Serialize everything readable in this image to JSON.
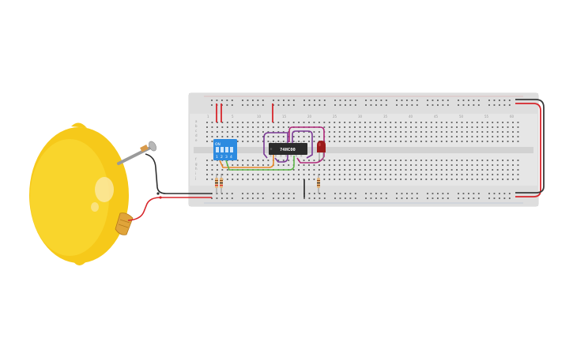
{
  "circuit": {
    "ic": {
      "label": "74HC00"
    },
    "dip_switch": {
      "on_label": "ON",
      "positions": [
        "1",
        "2",
        "3",
        "4"
      ]
    },
    "breadboard": {
      "row_letters_top": [
        "a",
        "b",
        "c",
        "d",
        "e"
      ],
      "row_letters_bottom": [
        "f",
        "g",
        "h",
        "i",
        "j"
      ],
      "column_numbers": [
        "1",
        "5",
        "10",
        "15",
        "20",
        "25",
        "30",
        "35",
        "40",
        "45",
        "50",
        "55",
        "60"
      ]
    },
    "components": [
      {
        "name": "lemon-battery"
      },
      {
        "name": "zinc-nail-electrode"
      },
      {
        "name": "copper-coin-electrode"
      },
      {
        "name": "dip-switch"
      },
      {
        "name": "nand-gate-ic"
      },
      {
        "name": "red-led"
      },
      {
        "name": "resistors"
      }
    ],
    "wire_colors": {
      "power": "#d7262b",
      "ground": "#3a3a3a",
      "signal_orange": "#e8892a",
      "signal_green": "#5fb64a",
      "signal_purple": "#7b3a96",
      "signal_magenta": "#b0297a"
    }
  }
}
